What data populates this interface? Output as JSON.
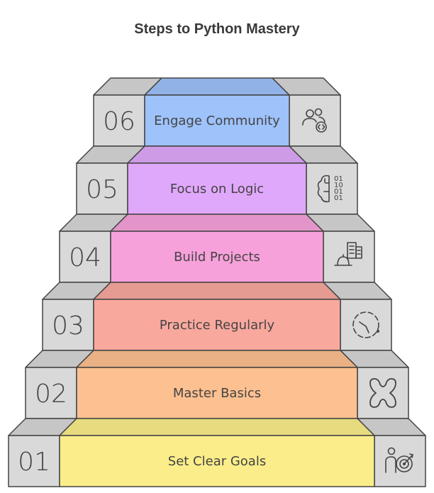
{
  "title": "Steps to Python Mastery",
  "steps": [
    {
      "num": "06",
      "label": "Engage Community",
      "icon": "community-icon",
      "color": "#9EC2FA"
    },
    {
      "num": "05",
      "label": "Focus on Logic",
      "icon": "binary-brain-icon",
      "color": "#E0A8FA"
    },
    {
      "num": "04",
      "label": "Build Projects",
      "icon": "construction-icon",
      "color": "#F7A1DB"
    },
    {
      "num": "03",
      "label": "Practice Regularly",
      "icon": "dashed-clock-icon",
      "color": "#F9A89E"
    },
    {
      "num": "02",
      "label": "Master Basics",
      "icon": "kettlebell-icon",
      "color": "#FDC090"
    },
    {
      "num": "01",
      "label": "Set Clear Goals",
      "icon": "target-person-icon",
      "color": "#FBEE8A"
    }
  ],
  "colors": {
    "block_front": "#D9D9D9",
    "block_top": "#C6C6C6",
    "outline": "#444444",
    "text": "#444444"
  }
}
